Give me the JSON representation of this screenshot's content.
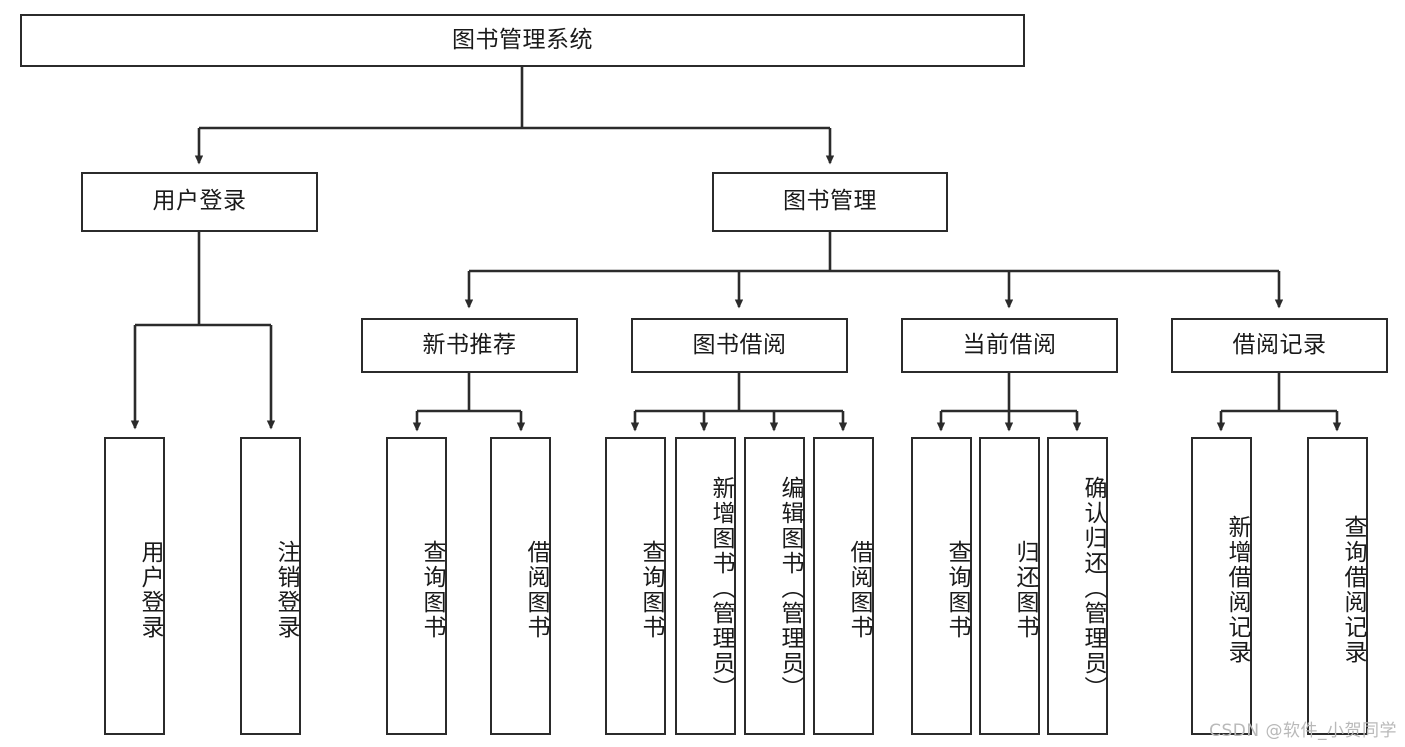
{
  "diagram": {
    "title": "图书管理系统",
    "type": "tree-hierarchy-diagram",
    "background_color": "#ffffff",
    "line_color": "#2b2b2b",
    "box_border_color": "#2b2b2b",
    "text_color": "#1a1a1a",
    "root": {
      "label": "图书管理系统"
    },
    "level2": [
      {
        "id": "user-login",
        "label": "用户登录"
      },
      {
        "id": "book-management",
        "label": "图书管理"
      }
    ],
    "level3": [
      {
        "id": "new-book-recommend",
        "label": "新书推荐"
      },
      {
        "id": "book-borrow",
        "label": "图书借阅"
      },
      {
        "id": "current-borrow",
        "label": "当前借阅"
      },
      {
        "id": "borrow-record",
        "label": "借阅记录"
      }
    ],
    "leaves": {
      "user_login": [
        {
          "id": "leaf-user-login",
          "label": "用户登录"
        },
        {
          "id": "leaf-logout-login",
          "label": "注销登录"
        }
      ],
      "new_book_recommend": [
        {
          "id": "leaf-query-book-1",
          "label": "查询图书"
        },
        {
          "id": "leaf-borrow-book-1",
          "label": "借阅图书"
        }
      ],
      "book_borrow": [
        {
          "id": "leaf-query-book-2",
          "label": "查询图书"
        },
        {
          "id": "leaf-add-book-admin",
          "label": "新增图书（管理员）"
        },
        {
          "id": "leaf-edit-book-admin",
          "label": "编辑图书（管理员）"
        },
        {
          "id": "leaf-borrow-book-2",
          "label": "借阅图书"
        }
      ],
      "current_borrow": [
        {
          "id": "leaf-query-book-3",
          "label": "查询图书"
        },
        {
          "id": "leaf-return-book",
          "label": "归还图书"
        },
        {
          "id": "leaf-confirm-return-admin",
          "label": "确认归还（管理员）"
        }
      ],
      "borrow_record": [
        {
          "id": "leaf-add-borrow-record",
          "label": "新增借阅记录"
        },
        {
          "id": "leaf-query-borrow-record",
          "label": "查询借阅记录"
        }
      ]
    }
  },
  "watermark": {
    "text": "CSDN @软件_小贺同学"
  }
}
